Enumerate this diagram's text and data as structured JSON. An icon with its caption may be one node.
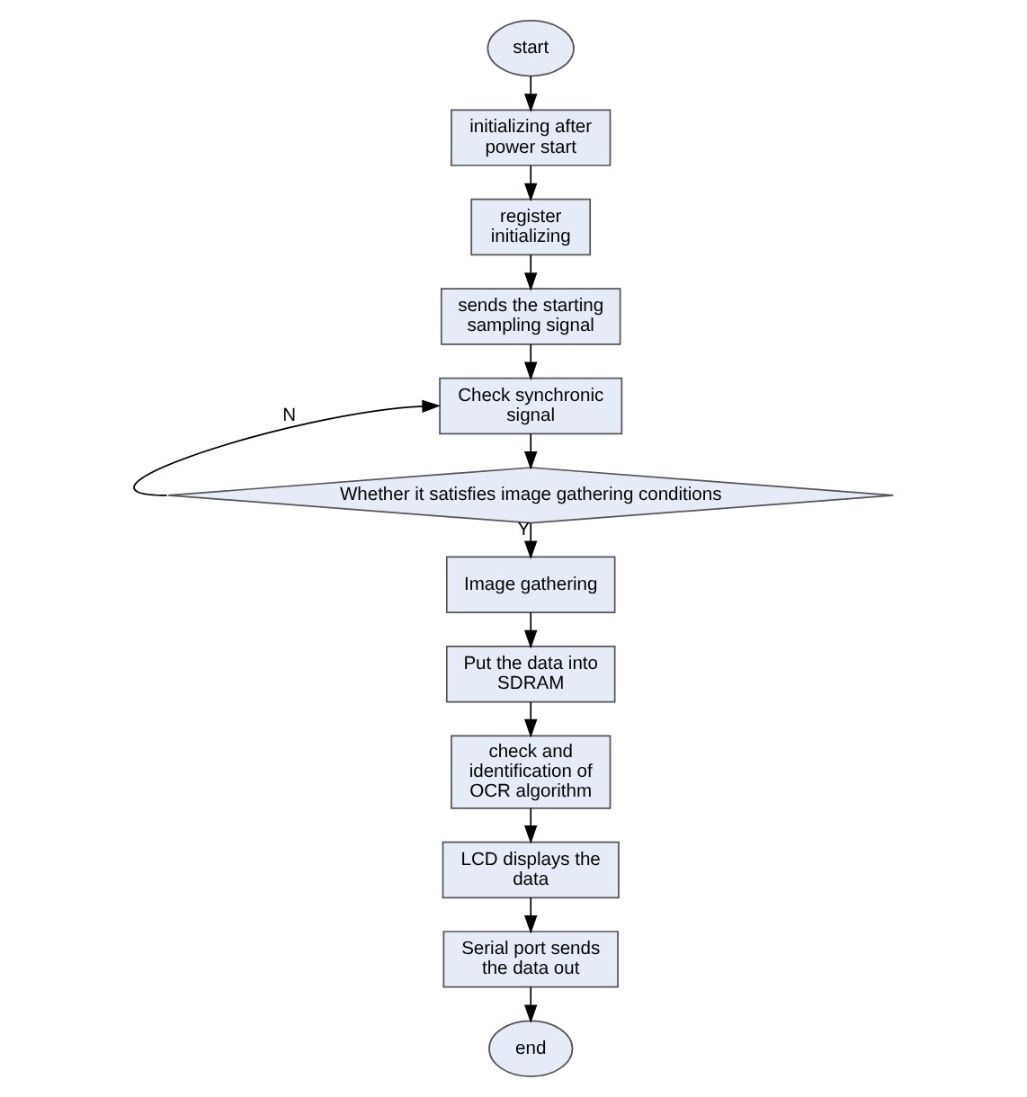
{
  "diagram": {
    "nodes": [
      {
        "text": [
          "start"
        ]
      },
      {
        "text": [
          "initializing after power start"
        ]
      },
      {
        "text": [
          "register initializing"
        ]
      },
      {
        "text": [
          "sends the starting sampling signal"
        ]
      },
      {
        "text": [
          "Check synchronic signal"
        ]
      },
      {
        "text": [
          "Whether it satisfies image gathering conditions"
        ]
      },
      {
        "text": [
          "Image gathering"
        ]
      },
      {
        "text": [
          "Put the data into SDRAM"
        ]
      },
      {
        "text": [
          "check and identification of OCR algorithm"
        ]
      },
      {
        "text": [
          "LCD displays the data"
        ]
      },
      {
        "text": [
          "Serial port sends the data out"
        ]
      },
      {
        "text": [
          "end"
        ]
      }
    ],
    "edges": [
      {
        "from": 0,
        "to": 1,
        "arrow": "to"
      },
      {
        "from": 1,
        "to": 2,
        "arrow": "to"
      },
      {
        "from": 2,
        "to": 3,
        "arrow": "to"
      },
      {
        "from": 3,
        "to": 4,
        "arrow": "to"
      },
      {
        "from": 4,
        "to": 5,
        "arrow": "to"
      },
      {
        "from": 5,
        "to": 4,
        "arrow": "to",
        "label": "N"
      },
      {
        "from": 5,
        "to": 6,
        "arrow": "to",
        "label": "Y"
      },
      {
        "from": 6,
        "to": 7,
        "arrow": "to"
      },
      {
        "from": 7,
        "to": 8,
        "arrow": "to"
      },
      {
        "from": 8,
        "to": 9,
        "arrow": "to"
      },
      {
        "from": 9,
        "to": 10,
        "arrow": "to"
      },
      {
        "from": 10,
        "to": 11,
        "arrow": "to"
      }
    ]
  }
}
